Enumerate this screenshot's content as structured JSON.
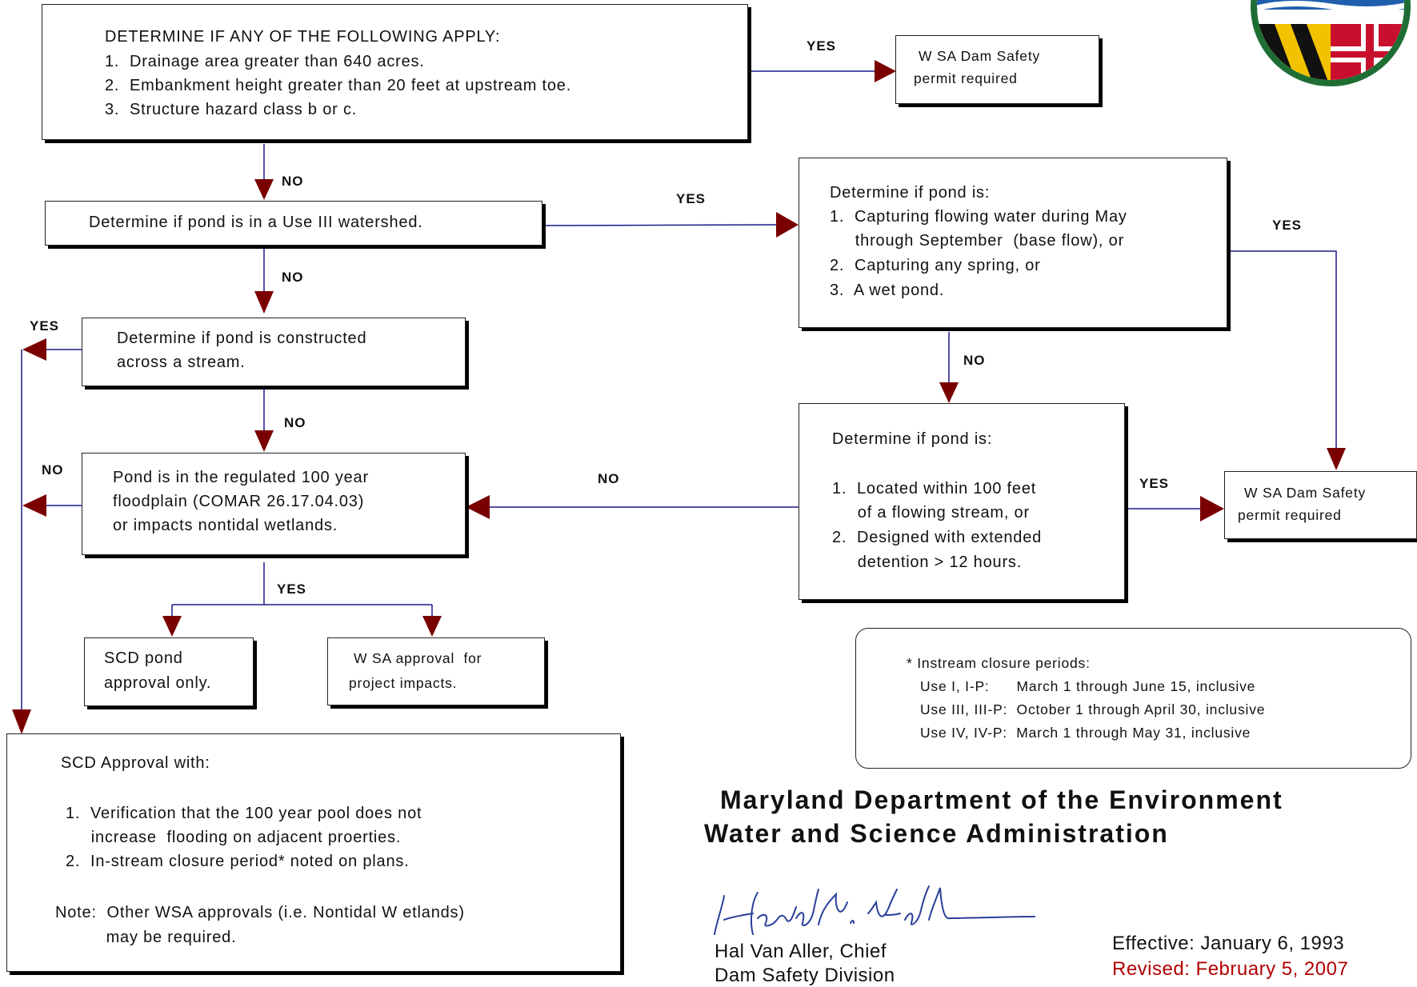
{
  "boxes": {
    "criteria": {
      "heading": "DETERMINE IF ANY OF THE FOLLOWING APPLY:",
      "items": [
        "1.  Drainage area greater than 640 acres.",
        "2.  Embankment height greater than 20 feet at upstream toe.",
        "3.  Structure hazard class b or c."
      ]
    },
    "permit_top": {
      "lines": [
        "W SA Dam Safety",
        "permit required"
      ]
    },
    "use3": {
      "text": "Determine if pond is in a Use III watershed."
    },
    "capturing": {
      "lines": [
        "Determine if pond is:",
        "1.  Capturing flowing water during May",
        "     through September  (base flow), or",
        "2.  Capturing any spring, or",
        "3.  A wet pond."
      ]
    },
    "across_stream": {
      "lines": [
        "Determine if pond is constructed",
        "across a stream."
      ]
    },
    "located": {
      "lines": [
        "Determine if pond is:",
        "1.  Located within 100 feet",
        "     of a flowing stream, or",
        "2.  Designed with extended",
        "     detention > 12 hours."
      ]
    },
    "permit_right": {
      "lines": [
        "W SA Dam Safety",
        "permit required"
      ]
    },
    "floodplain": {
      "lines": [
        "Pond is in the regulated 100 year",
        "floodplain (COMAR 26.17.04.03)",
        "or impacts nontidal wetlands."
      ]
    },
    "scd_only": {
      "lines": [
        "SCD pond",
        "approval only."
      ]
    },
    "wsa_impacts": {
      "lines": [
        "W SA approval  for",
        "project impacts."
      ]
    },
    "closure": {
      "lines": [
        "* Instream closure periods:",
        "   Use I, I-P:      March 1 through June 15, inclusive",
        "   Use III, III-P:  October 1 through April 30, inclusive",
        "   Use IV, IV-P:  March 1 through May 31, inclusive"
      ]
    },
    "scd_approval": {
      "lines": [
        "SCD Approval with:",
        "1.  Verification that the 100 year pool does not",
        "     increase  flooding on adjacent proerties.",
        "2.  In-stream closure period* noted on plans.",
        "Note:  Other WSA approvals (i.e. Nontidal W etlands)",
        "          may be required."
      ]
    }
  },
  "labels": {
    "yes": "YES",
    "no": "NO"
  },
  "agency": {
    "line1": "Maryland Department of the Environment",
    "line2": "Water and Science Administration"
  },
  "signature": {
    "name": "Hal Van Aller, Chief",
    "title": "Dam Safety Division"
  },
  "dates": {
    "effective": "Effective:    January 6, 1993",
    "revised": "Revised:    February 5, 2007"
  },
  "colors": {
    "connector": "#1a1a8c",
    "arrowhead": "#7a0000",
    "revised_text": "#b00000",
    "logo_green": "#1e6e34",
    "logo_blue": "#1f5fae",
    "logo_gold": "#f2c200",
    "logo_red": "#c8102e"
  },
  "icons": {
    "logo": "maryland-mde-seal-icon",
    "signature": "handwritten-signature-icon"
  }
}
